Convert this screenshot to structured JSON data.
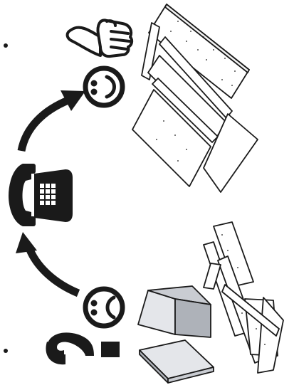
{
  "diagram": {
    "type": "assembly-help-flow",
    "nodes": [
      {
        "id": "problem",
        "icon": "question-mark-icon"
      },
      {
        "id": "unhappy",
        "icon": "sad-face-icon"
      },
      {
        "id": "call",
        "icon": "telephone-icon"
      },
      {
        "id": "happy",
        "icon": "smiley-face-icon"
      },
      {
        "id": "approval",
        "icon": "thumbs-up-icon"
      }
    ],
    "illustrations": [
      {
        "id": "failed-assembly",
        "icon": "collapsed-furniture-icon"
      },
      {
        "id": "parts-laid-out",
        "icon": "flat-pack-panels-icon"
      }
    ],
    "colors": {
      "ink": "#1a1a1a",
      "panel": "#ffffff",
      "box_light": "#e4e6ea",
      "box_mid": "#c9ccd2",
      "box_dark": "#aeb2b9"
    }
  }
}
